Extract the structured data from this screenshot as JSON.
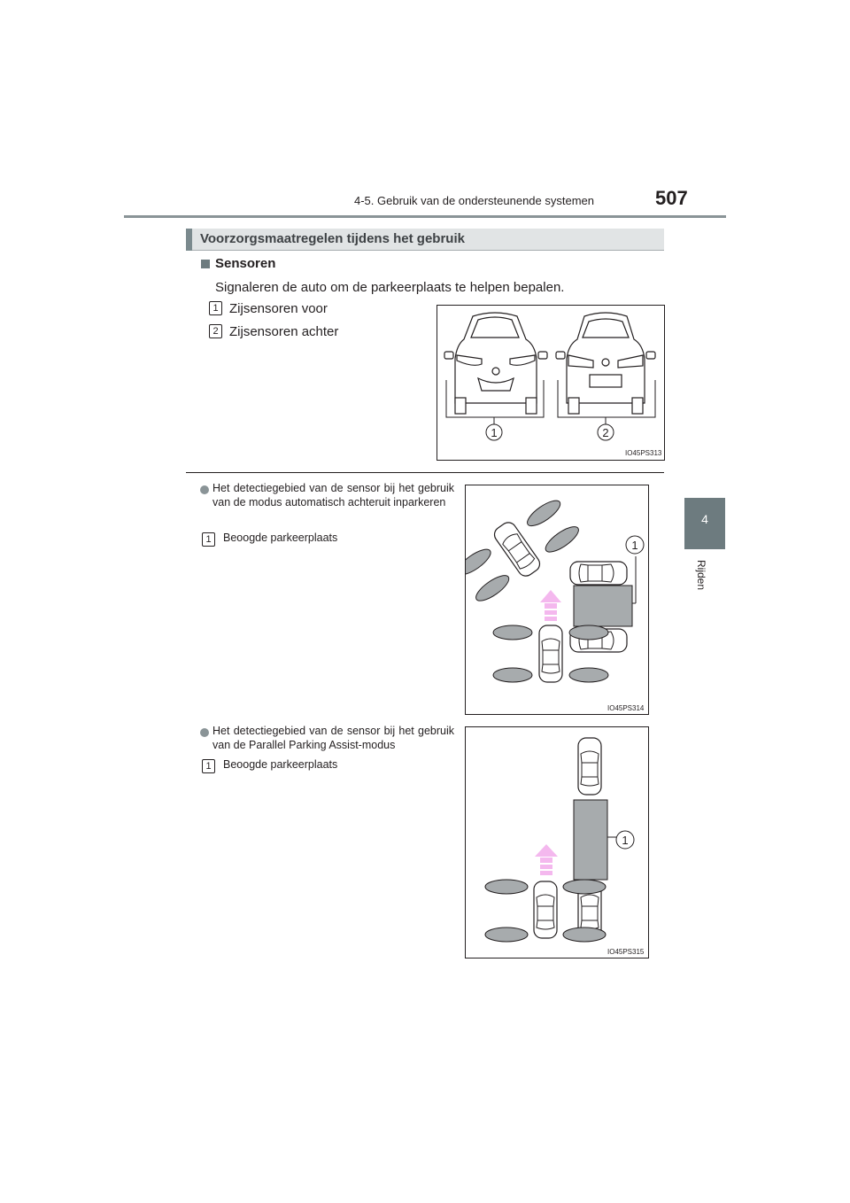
{
  "header": {
    "chapter_title": "4-5. Gebruik van de ondersteunende systemen",
    "page_number": "507"
  },
  "side_tab": {
    "number": "4",
    "label": "Rijden"
  },
  "section": {
    "title": "Voorzorgsmaatregelen tijdens het gebruik"
  },
  "sensoren": {
    "heading": "Sensoren",
    "description": "Signaleren de auto om de parkeerplaats te helpen bepalen.",
    "items": [
      {
        "num": "1",
        "label": "Zijsensoren voor"
      },
      {
        "num": "2",
        "label": "Zijsensoren achter"
      }
    ],
    "figure": {
      "code": "IO45PS313",
      "callouts": [
        "1",
        "2"
      ]
    }
  },
  "bullets": [
    {
      "text": "Het detectiegebied van de sensor bij het gebruik van de modus automatisch achteruit inparkeren",
      "item_num": "1",
      "item_label": "Beoogde parkeerplaats",
      "figure": {
        "code": "IO45PS314",
        "callout": "1"
      }
    },
    {
      "text": "Het detectiegebied van de sensor bij het gebruik van de Parallel Parking Assist-modus",
      "item_num": "1",
      "item_label": "Beoogde parkeerplaats",
      "figure": {
        "code": "IO45PS315",
        "callout": "1"
      }
    }
  ],
  "colors": {
    "accent_gray": "#6d7b7f",
    "bar_gray": "#e1e4e5",
    "parking_space": "#a7abad",
    "sensor_lobe": "#a7abad",
    "direction_arrow": "#f4b8ee"
  }
}
